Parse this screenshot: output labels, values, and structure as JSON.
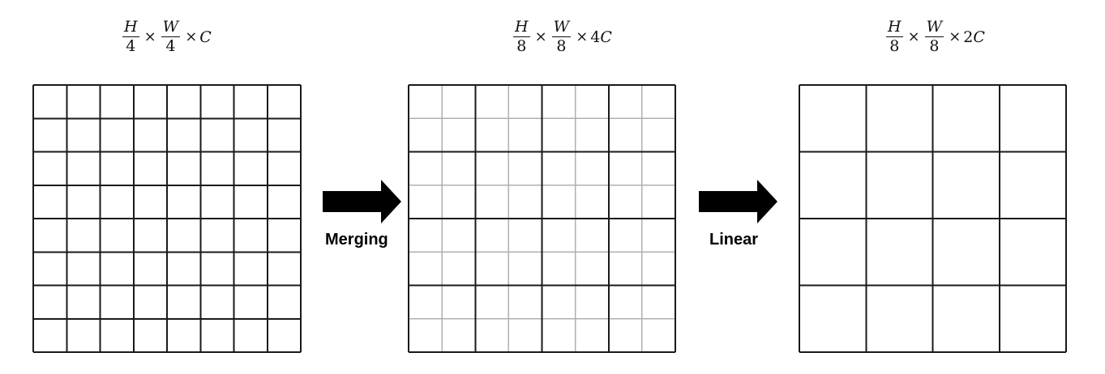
{
  "diagram": {
    "stages": [
      {
        "formula": {
          "h_num": "H",
          "h_den": "4",
          "w_num": "W",
          "w_den": "4",
          "tail_coef": "",
          "tail_var": "C"
        },
        "grid": {
          "divisions": 8,
          "fine_divisions": 0
        }
      },
      {
        "formula": {
          "h_num": "H",
          "h_den": "8",
          "w_num": "W",
          "w_den": "8",
          "tail_coef": "4",
          "tail_var": "C"
        },
        "grid": {
          "divisions": 4,
          "fine_divisions": 8
        }
      },
      {
        "formula": {
          "h_num": "H",
          "h_den": "8",
          "w_num": "W",
          "w_den": "8",
          "tail_coef": "2",
          "tail_var": "C"
        },
        "grid": {
          "divisions": 4,
          "fine_divisions": 0
        }
      }
    ],
    "operations": [
      {
        "label": "Merging",
        "icon": "right-arrow-icon"
      },
      {
        "label": "Linear",
        "icon": "right-arrow-icon"
      }
    ],
    "colors": {
      "line": "#1a1a1a",
      "fine_line": "#b0b0b0"
    }
  }
}
